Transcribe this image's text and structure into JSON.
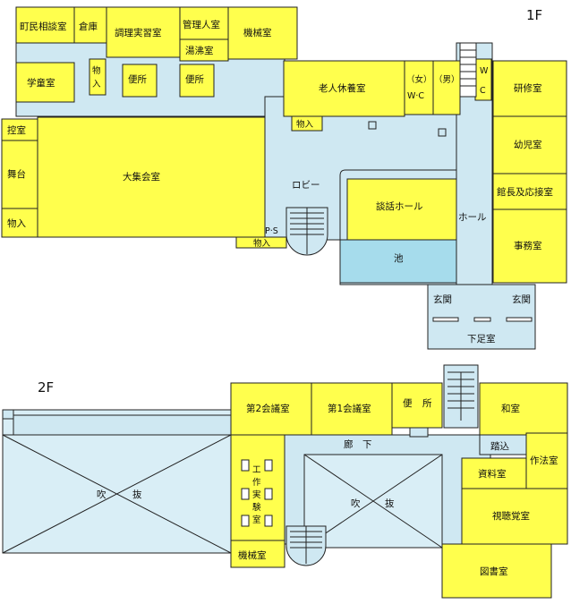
{
  "floors": {
    "f1": "1F",
    "f2": "2F"
  },
  "rooms_1f": {
    "chomin_sodan": "町民相談室",
    "soko": "倉庫",
    "chori_jisshu": "調理実習室",
    "kanrinin": "管理人室",
    "yufutsu": "湯沸室",
    "kikai": "機械室",
    "gakudo": "学童室",
    "monoire": "物入",
    "benjo": "便所",
    "rojin_kyuyo": "老人休養室",
    "onna": "（女）",
    "otoko": "（男）",
    "wc": "W·C",
    "w": "W",
    "c": "C",
    "kenshu": "研修室",
    "hikae": "控室",
    "butai": "舞台",
    "daishukai": "大集会室",
    "yoji": "幼児室",
    "kancho": "館長及応接室",
    "lobby": "ロビー",
    "danwa_hall": "談話ホール",
    "hall": "ホール",
    "jimu": "事務室",
    "ps": "P·S",
    "ike": "池",
    "genkan": "玄関",
    "gesoku": "下足室"
  },
  "rooms_2f": {
    "kaigi2": "第2会議室",
    "kaigi1": "第1会議室",
    "ben": "便",
    "sho": "所",
    "washitsu": "和室",
    "roka": "廊　下",
    "fumikomi": "踏込",
    "sahou": "作法室",
    "shiryo": "資料室",
    "kosaku": "工作実験室",
    "fuki": "吹",
    "nuke": "抜",
    "shichokaku": "視聴覚室",
    "kikai": "機械室",
    "tosho": "図書室"
  },
  "colors": {
    "room": "#ffff4d",
    "corridor": "#cfe8f2",
    "pond": "#a6dcec"
  }
}
